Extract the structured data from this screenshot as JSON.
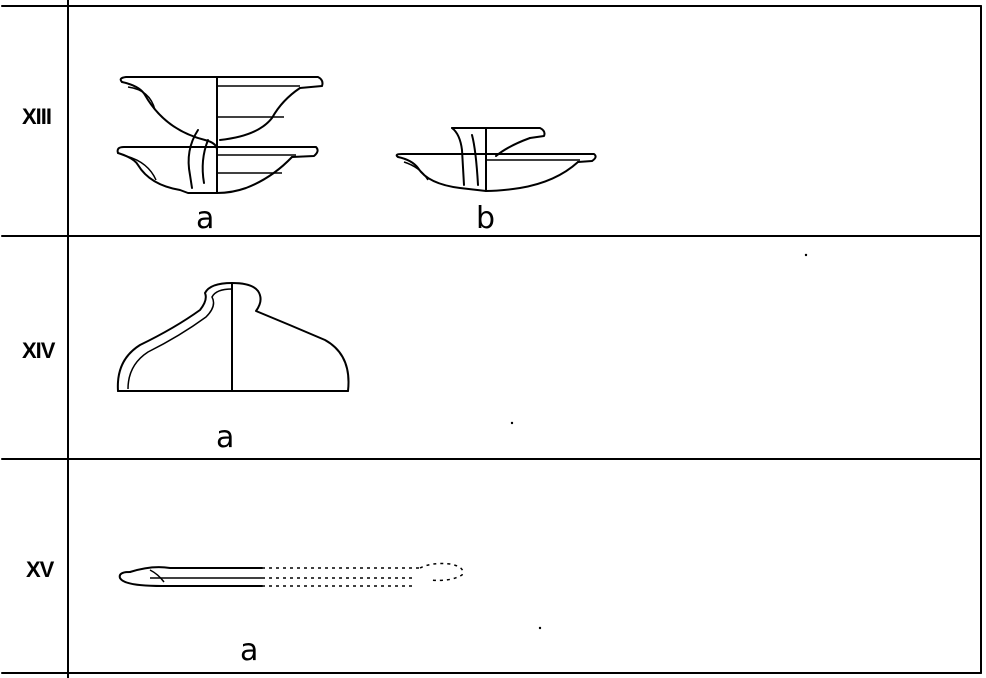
{
  "rows": [
    {
      "label": "XIII",
      "items": [
        "a",
        "b"
      ]
    },
    {
      "label": "XIV",
      "items": [
        "a"
      ]
    },
    {
      "label": "XV",
      "items": [
        "a"
      ]
    }
  ]
}
